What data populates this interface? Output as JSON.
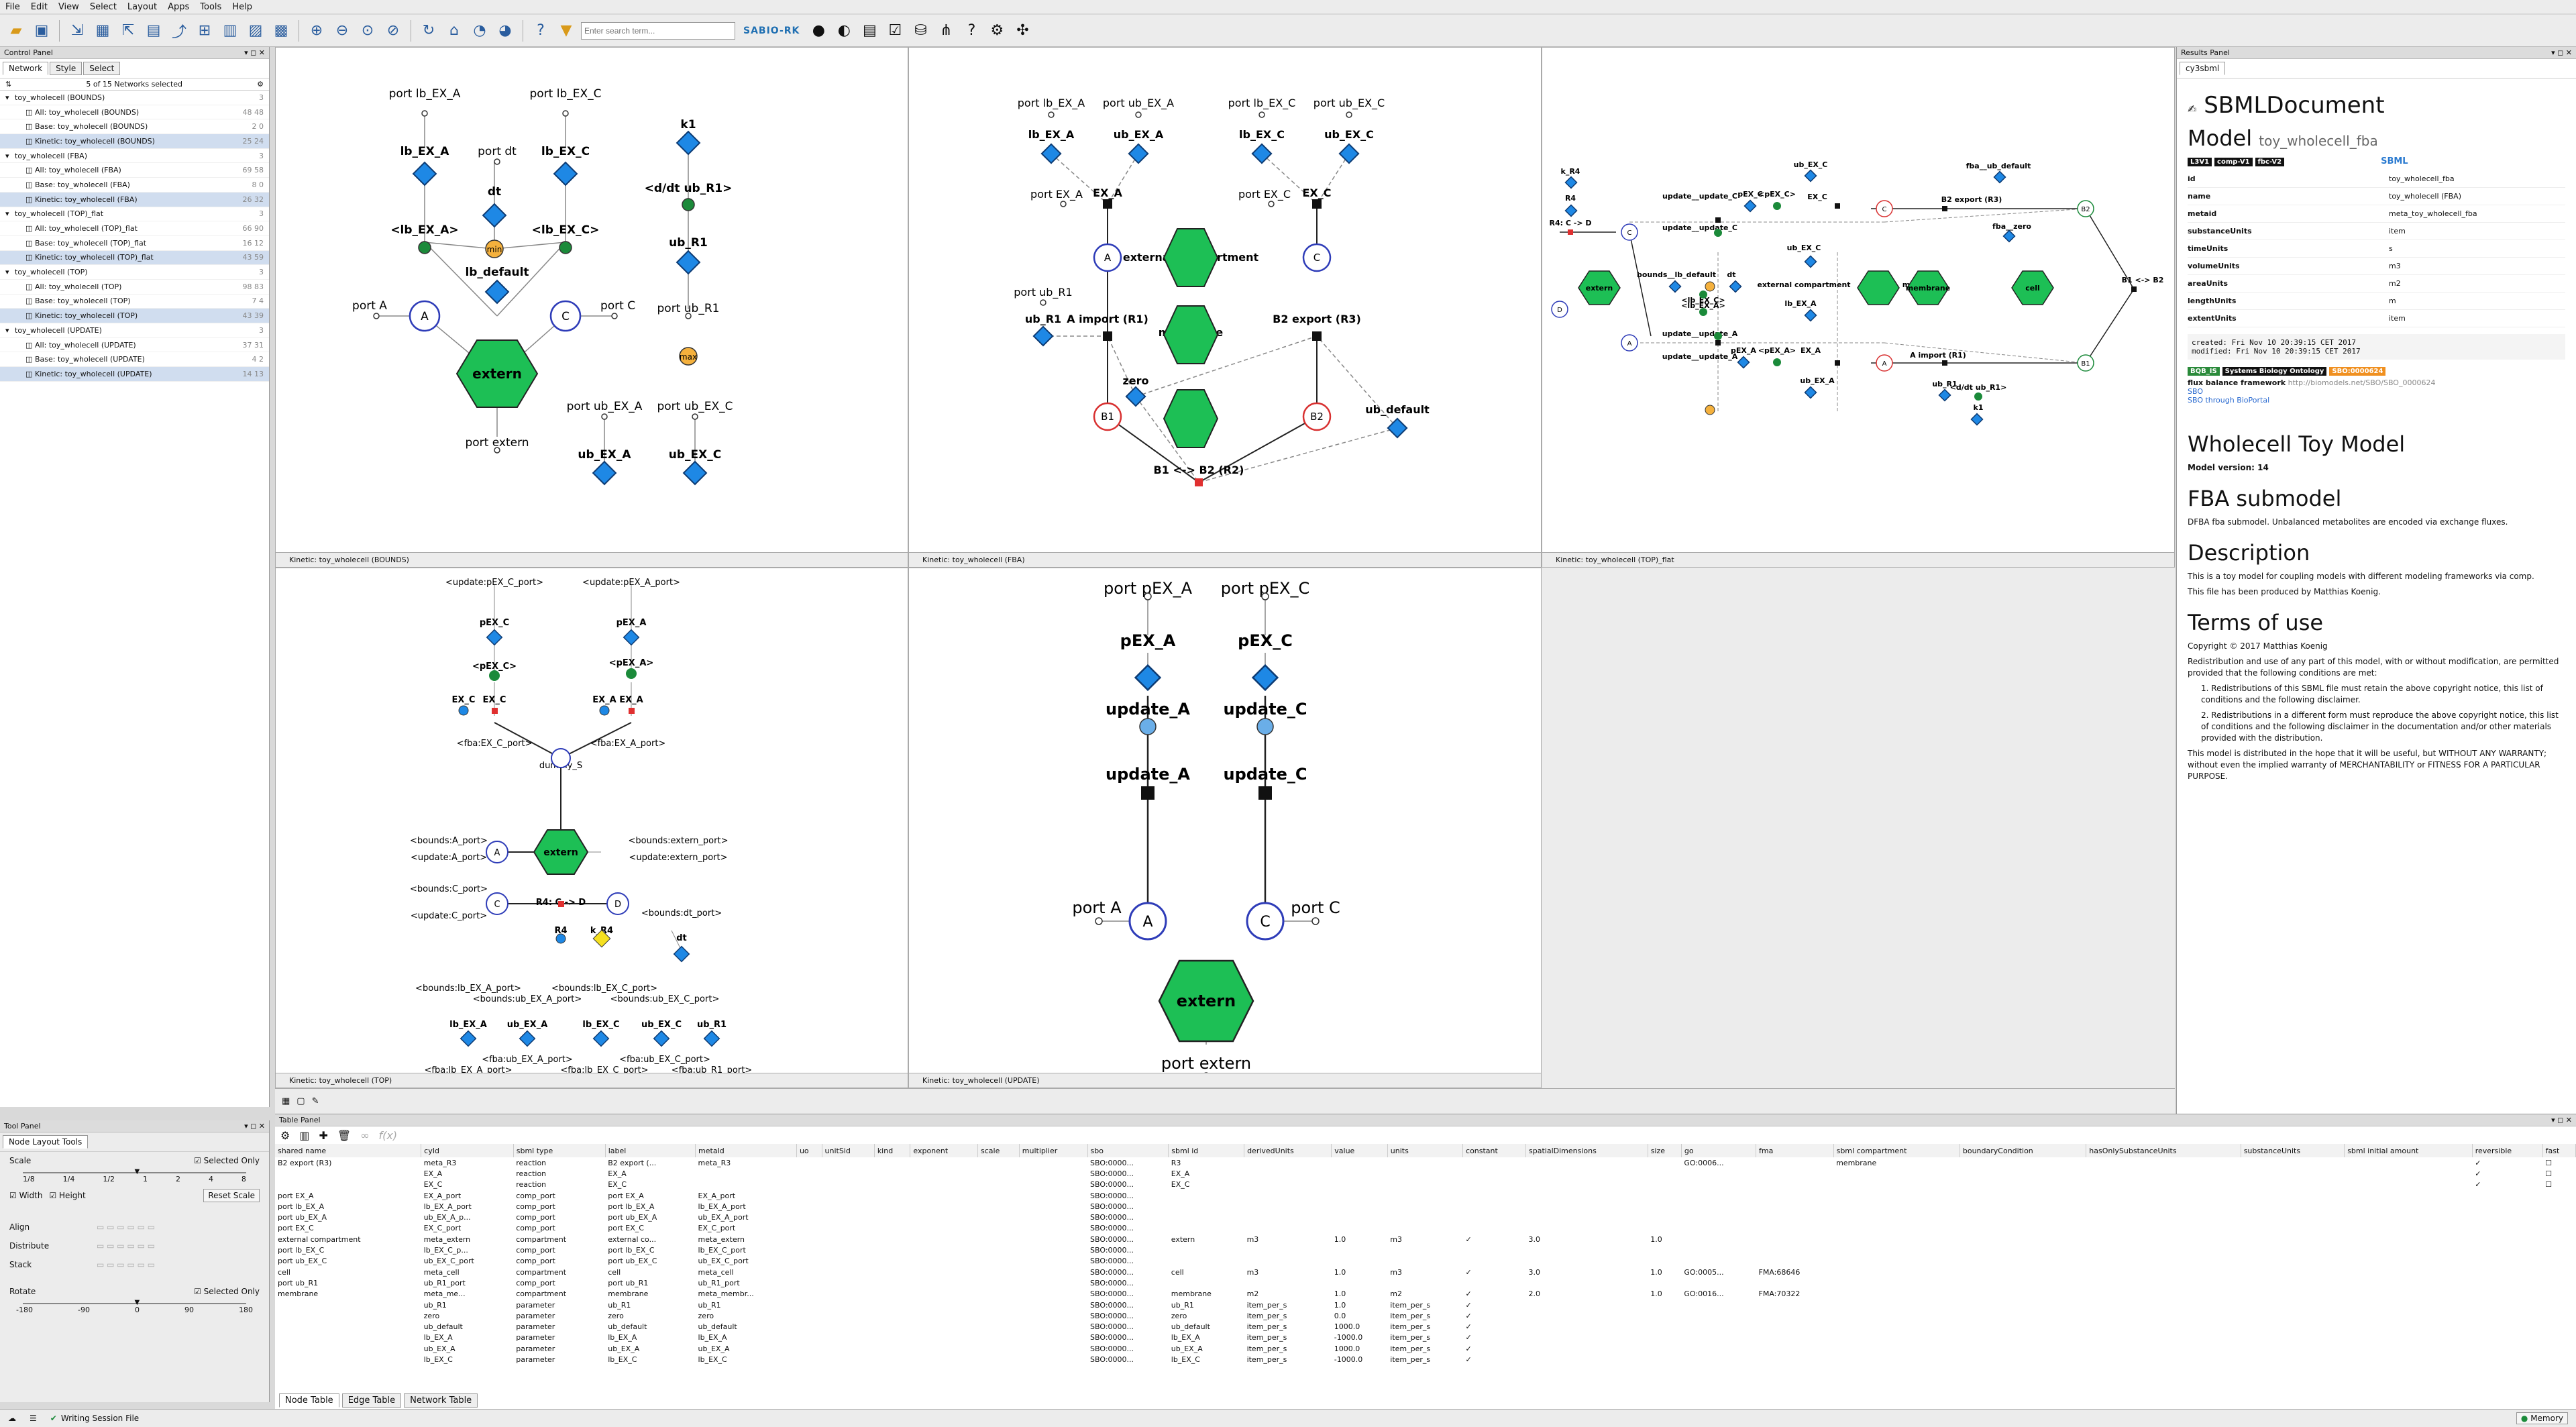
{
  "menu": [
    "File",
    "Edit",
    "View",
    "Select",
    "Layout",
    "Apps",
    "Tools",
    "Help"
  ],
  "toolbar": {
    "search_placeholder": "Enter search term...",
    "brand": "SABIO-RK"
  },
  "control_panel": {
    "title": "Control Panel",
    "tabs": [
      "Network",
      "Style",
      "Select"
    ],
    "count": "5 of 15 Networks selected",
    "networks": [
      {
        "name": "toy_wholecell (BOUNDS)",
        "count": "3",
        "child": false,
        "sel": false
      },
      {
        "name": "All: toy_wholecell (BOUNDS)",
        "count": "48  48",
        "child": true,
        "sel": false
      },
      {
        "name": "Base: toy_wholecell (BOUNDS)",
        "count": "2  0",
        "child": true,
        "sel": false
      },
      {
        "name": "Kinetic: toy_wholecell (BOUNDS)",
        "count": "25  24",
        "child": true,
        "sel": true
      },
      {
        "name": "toy_wholecell (FBA)",
        "count": "3",
        "child": false,
        "sel": false
      },
      {
        "name": "All: toy_wholecell (FBA)",
        "count": "69  58",
        "child": true,
        "sel": false
      },
      {
        "name": "Base: toy_wholecell (FBA)",
        "count": "8  0",
        "child": true,
        "sel": false
      },
      {
        "name": "Kinetic: toy_wholecell (FBA)",
        "count": "26  32",
        "child": true,
        "sel": true
      },
      {
        "name": "toy_wholecell (TOP)_flat",
        "count": "3",
        "child": false,
        "sel": false
      },
      {
        "name": "All: toy_wholecell (TOP)_flat",
        "count": "66  90",
        "child": true,
        "sel": false
      },
      {
        "name": "Base: toy_wholecell (TOP)_flat",
        "count": "16  12",
        "child": true,
        "sel": false
      },
      {
        "name": "Kinetic: toy_wholecell (TOP)_flat",
        "count": "43  59",
        "child": true,
        "sel": true
      },
      {
        "name": "toy_wholecell (TOP)",
        "count": "3",
        "child": false,
        "sel": false
      },
      {
        "name": "All: toy_wholecell (TOP)",
        "count": "98  83",
        "child": true,
        "sel": false
      },
      {
        "name": "Base: toy_wholecell (TOP)",
        "count": "7  4",
        "child": true,
        "sel": false
      },
      {
        "name": "Kinetic: toy_wholecell (TOP)",
        "count": "43  39",
        "child": true,
        "sel": true
      },
      {
        "name": "toy_wholecell (UPDATE)",
        "count": "3",
        "child": false,
        "sel": false
      },
      {
        "name": "All: toy_wholecell (UPDATE)",
        "count": "37  31",
        "child": true,
        "sel": false
      },
      {
        "name": "Base: toy_wholecell (UPDATE)",
        "count": "4  2",
        "child": true,
        "sel": false
      },
      {
        "name": "Kinetic: toy_wholecell (UPDATE)",
        "count": "14  13",
        "child": true,
        "sel": true
      }
    ]
  },
  "tool_panel": {
    "title": "Tool Panel",
    "tab": "Node Layout Tools",
    "scale": "Scale",
    "selected_only": "Selected Only",
    "scale_ticks": [
      "1/8",
      "1/4",
      "1/2",
      "1",
      "2",
      "4",
      "8"
    ],
    "width": "Width",
    "height": "Height",
    "reset_scale": "Reset Scale",
    "align": "Align",
    "distribute": "Distribute",
    "stack": "Stack",
    "rotate": "Rotate",
    "rotate_ticks": [
      "-180",
      "-90",
      "0",
      "90",
      "180"
    ]
  },
  "views": {
    "bounds": {
      "title": "Kinetic: toy_wholecell (BOUNDS)"
    },
    "fba": {
      "title": "Kinetic: toy_wholecell (FBA)"
    },
    "topflat": {
      "title": "Kinetic: toy_wholecell (TOP)_flat"
    },
    "top": {
      "title": "Kinetic: toy_wholecell (TOP)"
    },
    "update": {
      "title": "Kinetic: toy_wholecell (UPDATE)"
    }
  },
  "results": {
    "title": "Results Panel",
    "tab": "cy3sbml",
    "doc": "SBMLDocument",
    "model_label": "Model",
    "model_id": "toy_wholecell_fba",
    "badges": [
      "L3V1",
      "comp-V1",
      "fbc-V2"
    ],
    "props": [
      [
        "id",
        "toy_wholecell_fba"
      ],
      [
        "name",
        "toy_wholecell (FBA)"
      ],
      [
        "metaid",
        "meta_toy_wholecell_fba"
      ],
      [
        "substanceUnits",
        "item"
      ],
      [
        "timeUnits",
        "s"
      ],
      [
        "volumeUnits",
        "m3"
      ],
      [
        "areaUnits",
        "m2"
      ],
      [
        "lengthUnits",
        "m"
      ],
      [
        "extentUnits",
        "item"
      ]
    ],
    "created": "created: Fri Nov 10 20:39:15 CET 2017",
    "modified": "modified: Fri Nov 10 20:39:15 CET 2017",
    "sbo_tags": [
      "BQB_IS",
      "Systems Biology Ontology",
      "SBO:0000624"
    ],
    "sbo_term": "flux balance framework",
    "sbo_url": "http://biomodels.net/SBO/SBO_0000624",
    "sbo_link1": "SBO",
    "sbo_link2": "SBO through BioPortal",
    "h_model": "Wholecell Toy Model",
    "model_version": "Model version: 14",
    "h_fba": "FBA submodel",
    "fba_text": "DFBA fba submodel. Unbalanced metabolites are encoded via exchange fluxes.",
    "h_desc": "Description",
    "desc1": "This is a toy model for coupling models with different modeling frameworks via comp.",
    "desc2": "This file has been produced by Matthias Koenig.",
    "h_terms": "Terms of use",
    "copyright": "Copyright © 2017 Matthias Koenig",
    "terms1": "Redistribution and use of any part of this model, with or without modification, are permitted provided that the following conditions are met:",
    "cond1": "1. Redistributions of this SBML file must retain the above copyright notice, this list of conditions and the following disclaimer.",
    "cond2": "2. Redistributions in a different form must reproduce the above copyright notice, this list of conditions and the following disclaimer in the documentation and/or other materials provided with the distribution.",
    "terms2": "This model is distributed in the hope that it will be useful, but WITHOUT ANY WARRANTY; without even the implied warranty of MERCHANTABILITY or FITNESS FOR A PARTICULAR PURPOSE."
  },
  "table": {
    "title": "Table Panel",
    "columns": [
      "shared name",
      "cyId",
      "sbml type",
      "label",
      "metaId",
      "uo",
      "unitSid",
      "kind",
      "exponent",
      "scale",
      "multiplier",
      "sbo",
      "sbml id",
      "derivedUnits",
      "value",
      "units",
      "constant",
      "spatialDimensions",
      "size",
      "go",
      "fma",
      "sbml compartment",
      "boundaryCondition",
      "hasOnlySubstanceUnits",
      "substanceUnits",
      "sbml initial amount",
      "reversible",
      "fast"
    ],
    "rows": [
      [
        "B2 export (R3)",
        "meta_R3",
        "reaction",
        "B2 export (...",
        "meta_R3",
        "",
        "",
        "",
        "",
        "",
        "",
        "SBO:0000...",
        "R3",
        "",
        "",
        "",
        "",
        "",
        "",
        "GO:0006...",
        "",
        "membrane",
        "",
        "",
        "",
        "",
        "✓",
        "☐"
      ],
      [
        "",
        "EX_A",
        "reaction",
        "EX_A",
        "",
        "",
        "",
        "",
        "",
        "",
        "",
        "SBO:0000...",
        "EX_A",
        "",
        "",
        "",
        "",
        "",
        "",
        "",
        "",
        "",
        "",
        "",
        "",
        "",
        "✓",
        "☐"
      ],
      [
        "",
        "EX_C",
        "reaction",
        "EX_C",
        "",
        "",
        "",
        "",
        "",
        "",
        "",
        "SBO:0000...",
        "EX_C",
        "",
        "",
        "",
        "",
        "",
        "",
        "",
        "",
        "",
        "",
        "",
        "",
        "",
        "✓",
        "☐"
      ],
      [
        "port EX_A",
        "EX_A_port",
        "comp_port",
        "port EX_A",
        "EX_A_port",
        "",
        "",
        "",
        "",
        "",
        "",
        "SBO:0000...",
        "",
        "",
        "",
        "",
        "",
        "",
        "",
        "",
        "",
        "",
        "",
        "",
        "",
        "",
        "",
        ""
      ],
      [
        "port lb_EX_A",
        "lb_EX_A_port",
        "comp_port",
        "port lb_EX_A",
        "lb_EX_A_port",
        "",
        "",
        "",
        "",
        "",
        "",
        "SBO:0000...",
        "",
        "",
        "",
        "",
        "",
        "",
        "",
        "",
        "",
        "",
        "",
        "",
        "",
        "",
        "",
        ""
      ],
      [
        "port ub_EX_A",
        "ub_EX_A_p...",
        "comp_port",
        "port ub_EX_A",
        "ub_EX_A_port",
        "",
        "",
        "",
        "",
        "",
        "",
        "SBO:0000...",
        "",
        "",
        "",
        "",
        "",
        "",
        "",
        "",
        "",
        "",
        "",
        "",
        "",
        "",
        "",
        ""
      ],
      [
        "port EX_C",
        "EX_C_port",
        "comp_port",
        "port EX_C",
        "EX_C_port",
        "",
        "",
        "",
        "",
        "",
        "",
        "SBO:0000...",
        "",
        "",
        "",
        "",
        "",
        "",
        "",
        "",
        "",
        "",
        "",
        "",
        "",
        "",
        "",
        ""
      ],
      [
        "external compartment",
        "meta_extern",
        "compartment",
        "external co...",
        "meta_extern",
        "",
        "",
        "",
        "",
        "",
        "",
        "SBO:0000...",
        "extern",
        "m3",
        "1.0",
        "m3",
        "✓",
        "3.0",
        "1.0",
        "",
        "",
        "",
        "",
        "",
        "",
        "",
        "",
        ""
      ],
      [
        "port lb_EX_C",
        "lb_EX_C_p...",
        "comp_port",
        "port lb_EX_C",
        "lb_EX_C_port",
        "",
        "",
        "",
        "",
        "",
        "",
        "SBO:0000...",
        "",
        "",
        "",
        "",
        "",
        "",
        "",
        "",
        "",
        "",
        "",
        "",
        "",
        "",
        "",
        ""
      ],
      [
        "port ub_EX_C",
        "ub_EX_C_port",
        "comp_port",
        "port ub_EX_C",
        "ub_EX_C_port",
        "",
        "",
        "",
        "",
        "",
        "",
        "SBO:0000...",
        "",
        "",
        "",
        "",
        "",
        "",
        "",
        "",
        "",
        "",
        "",
        "",
        "",
        "",
        "",
        ""
      ],
      [
        "cell",
        "meta_cell",
        "compartment",
        "cell",
        "meta_cell",
        "",
        "",
        "",
        "",
        "",
        "",
        "SBO:0000...",
        "cell",
        "m3",
        "1.0",
        "m3",
        "✓",
        "3.0",
        "1.0",
        "GO:0005...",
        "FMA:68646",
        "",
        "",
        "",
        "",
        "",
        "",
        ""
      ],
      [
        "port ub_R1",
        "ub_R1_port",
        "comp_port",
        "port ub_R1",
        "ub_R1_port",
        "",
        "",
        "",
        "",
        "",
        "",
        "SBO:0000...",
        "",
        "",
        "",
        "",
        "",
        "",
        "",
        "",
        "",
        "",
        "",
        "",
        "",
        "",
        "",
        ""
      ],
      [
        "membrane",
        "meta_me...",
        "compartment",
        "membrane",
        "meta_membr...",
        "",
        "",
        "",
        "",
        "",
        "",
        "SBO:0000...",
        "membrane",
        "m2",
        "1.0",
        "m2",
        "✓",
        "2.0",
        "1.0",
        "GO:0016...",
        "FMA:70322",
        "",
        "",
        "",
        "",
        "",
        "",
        ""
      ],
      [
        "",
        "ub_R1",
        "parameter",
        "ub_R1",
        "ub_R1",
        "",
        "",
        "",
        "",
        "",
        "",
        "SBO:0000...",
        "ub_R1",
        "item_per_s",
        "1.0",
        "item_per_s",
        "✓",
        "",
        "",
        "",
        "",
        "",
        "",
        "",
        "",
        "",
        "",
        ""
      ],
      [
        "",
        "zero",
        "parameter",
        "zero",
        "zero",
        "",
        "",
        "",
        "",
        "",
        "",
        "SBO:0000...",
        "zero",
        "item_per_s",
        "0.0",
        "item_per_s",
        "✓",
        "",
        "",
        "",
        "",
        "",
        "",
        "",
        "",
        "",
        "",
        ""
      ],
      [
        "",
        "ub_default",
        "parameter",
        "ub_default",
        "ub_default",
        "",
        "",
        "",
        "",
        "",
        "",
        "SBO:0000...",
        "ub_default",
        "item_per_s",
        "1000.0",
        "item_per_s",
        "✓",
        "",
        "",
        "",
        "",
        "",
        "",
        "",
        "",
        "",
        "",
        ""
      ],
      [
        "",
        "lb_EX_A",
        "parameter",
        "lb_EX_A",
        "lb_EX_A",
        "",
        "",
        "",
        "",
        "",
        "",
        "SBO:0000...",
        "lb_EX_A",
        "item_per_s",
        "-1000.0",
        "item_per_s",
        "✓",
        "",
        "",
        "",
        "",
        "",
        "",
        "",
        "",
        "",
        "",
        ""
      ],
      [
        "",
        "ub_EX_A",
        "parameter",
        "ub_EX_A",
        "ub_EX_A",
        "",
        "",
        "",
        "",
        "",
        "",
        "SBO:0000...",
        "ub_EX_A",
        "item_per_s",
        "1000.0",
        "item_per_s",
        "✓",
        "",
        "",
        "",
        "",
        "",
        "",
        "",
        "",
        "",
        "",
        ""
      ],
      [
        "",
        "lb_EX_C",
        "parameter",
        "lb_EX_C",
        "lb_EX_C",
        "",
        "",
        "",
        "",
        "",
        "",
        "SBO:0000...",
        "lb_EX_C",
        "item_per_s",
        "-1000.0",
        "item_per_s",
        "✓",
        "",
        "",
        "",
        "",
        "",
        "",
        "",
        "",
        "",
        "",
        ""
      ]
    ],
    "tabs": [
      "Node Table",
      "Edge Table",
      "Network Table"
    ]
  },
  "status": {
    "text": "Writing Session File",
    "memory": "Memory"
  }
}
